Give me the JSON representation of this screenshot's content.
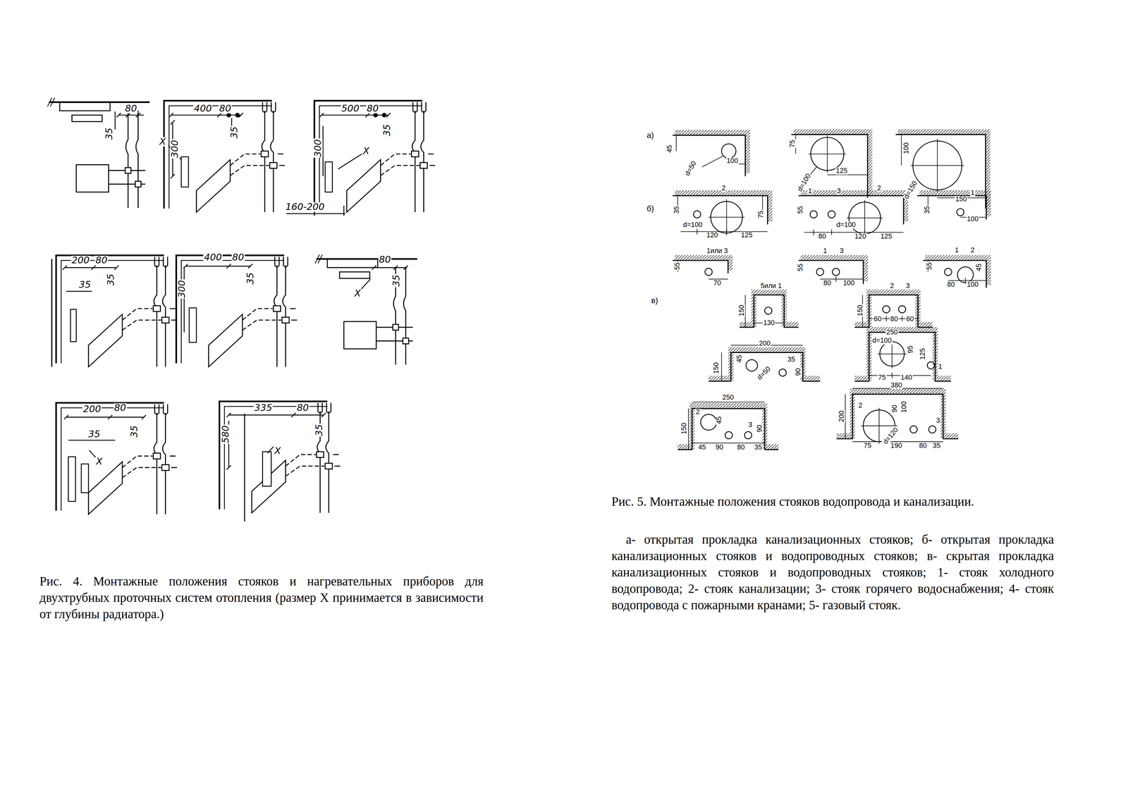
{
  "diagram": {
    "labels": [
      "80",
      "35",
      "400",
      "80",
      "X",
      "300",
      "35",
      "500",
      "80",
      "300",
      "X",
      "35",
      "160-200",
      "200",
      "80",
      "35",
      "35",
      "400",
      "80",
      "300",
      "35",
      "80",
      "X",
      "35",
      "200",
      "80",
      "35",
      "35",
      "X",
      "335",
      "80",
      "580",
      "X",
      "35",
      "Рис. 4. Монтажные положения стояков и нагревательных приборов для двухтрубных проточных систем отопления (размер X принимается в зависимости от глубины радиатора.)",
      "а)",
      "45",
      "d=50",
      "100",
      "75",
      "d=100",
      "125",
      "100",
      "d=150",
      "150",
      "б)",
      "2",
      "35",
      "75",
      "d=100",
      "120",
      "125",
      "1",
      "3",
      "2",
      "55",
      "d=100",
      "80",
      "120",
      "125",
      "1",
      "35",
      "100",
      "1или 3",
      "55",
      "70",
      "1",
      "3",
      "55",
      "80",
      "100",
      "1",
      "2",
      "55",
      "45",
      "80",
      "100",
      "в)",
      "5или 1",
      "150",
      "130",
      "2",
      "3",
      "150",
      "60",
      "80",
      "60",
      "250",
      "200",
      "150",
      "45",
      "35",
      "90",
      "d=50",
      "d=100",
      "95",
      "125",
      "1",
      "75",
      "140",
      "250",
      "150",
      "45",
      "2",
      "3",
      "90",
      "45",
      "90",
      "80",
      "35",
      "380",
      "200",
      "2",
      "90",
      "100",
      "d=120",
      "3",
      "75",
      "190",
      "80",
      "35",
      "Рис. 5. Монтажные положения стояков водопровода и канализации.",
      "а- открытая прокладка канализационных стояков; б- открытая прокладка канализационных стояков и водопроводных стояков; в- скрытая прокладка канализационных стояков и водопроводных стояков; 1- стояк холодного водопровода; 2- стояк канализации; 3- стояк горячего водоснабжения; 4- стояк водопровода с пожарными кранами; 5- газовый стояк."
    ]
  }
}
